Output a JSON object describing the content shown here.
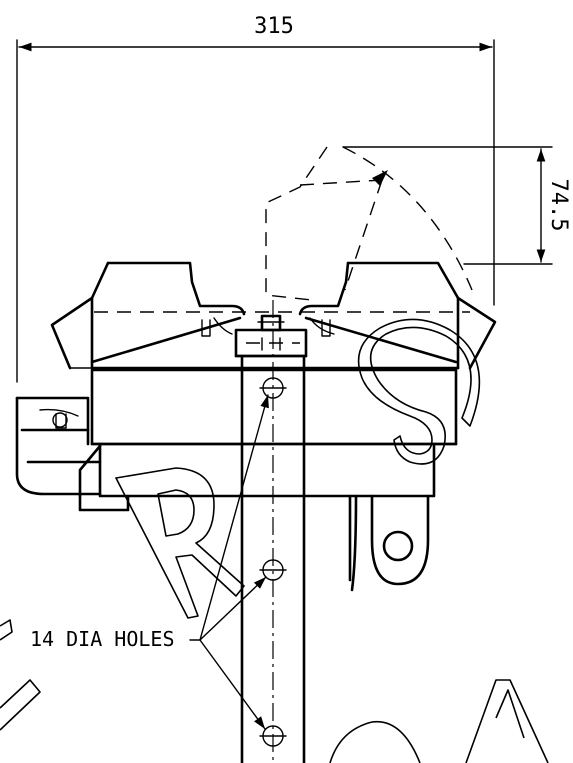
{
  "dimensions": {
    "overall_width": "315",
    "swing_rise": "74.5"
  },
  "annotations": {
    "holes_note": "14 DIA HOLES"
  },
  "watermark": {
    "letters": [
      "R",
      "S",
      "A"
    ],
    "color": "#000000"
  },
  "line_color": "#000000"
}
